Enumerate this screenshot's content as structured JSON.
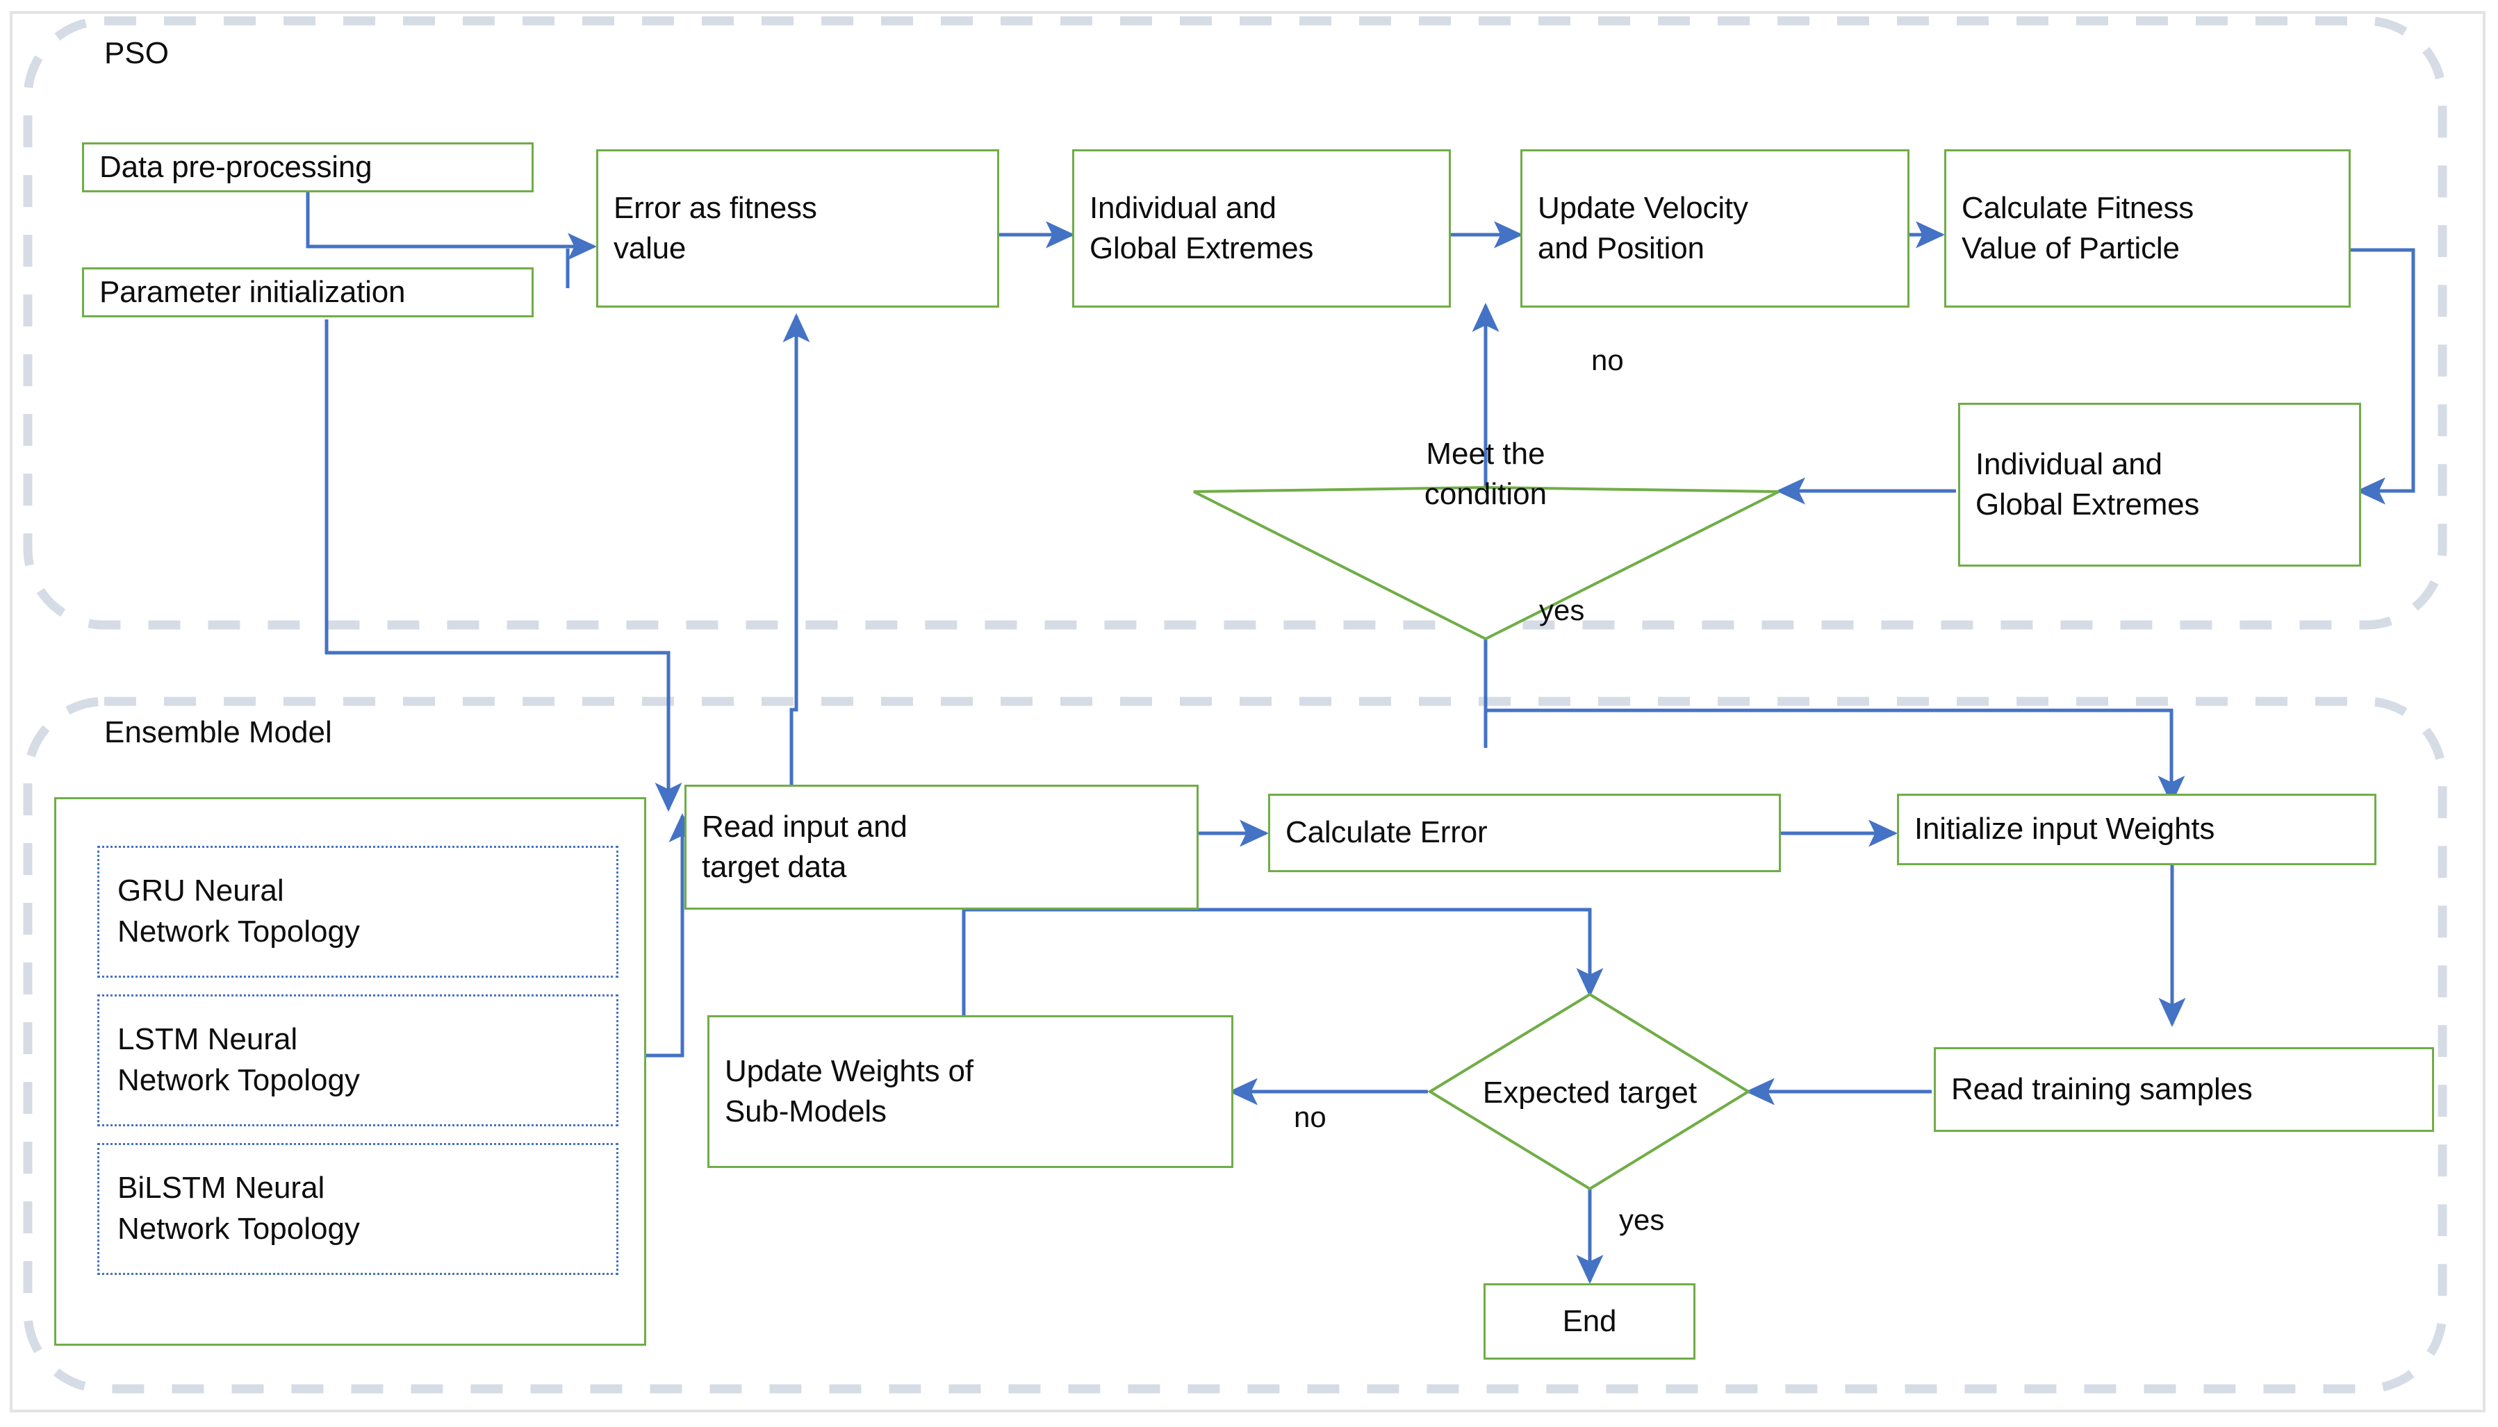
{
  "diagram": {
    "title_hidden": "",
    "colors": {
      "node_border": "#70ad47",
      "subnode_border": "#4472c4",
      "arrow": "#4472c4",
      "dashed_group": "#d6dce5",
      "outer_frame": "#e3e3e3",
      "text": "#0d0d0d",
      "background": "#ffffff"
    },
    "groups": [
      {
        "id": "pso",
        "label": "PSO"
      },
      {
        "id": "ensemble",
        "label": "Ensemble Model"
      }
    ],
    "nodes": {
      "data_preprocessing": "Data pre-processing",
      "parameter_initialization": "Parameter initialization",
      "error_as_fitness_value": "Error as fitness\nvalue",
      "individual_global_extremes_top": "Individual and\nGlobal Extremes",
      "update_velocity_position": "Update Velocity\nand Position",
      "calculate_fitness_value_particle": "Calculate Fitness\nValue of Particle",
      "individual_global_extremes_right": "Individual and\nGlobal Extremes",
      "meet_the_condition": "Meet the\ncondition",
      "read_input_target_data": "Read input and\ntarget data",
      "calculate_error": "Calculate Error",
      "initialize_input_weights": "Initialize input Weights",
      "update_weights_sub_models": "Update Weights of\nSub-Models",
      "expected_target": "Expected target",
      "read_training_samples": "Read training samples",
      "end": "End",
      "gru_topology": "GRU Neural\nNetwork Topology",
      "lstm_topology": "LSTM Neural\nNetwork Topology",
      "bilstm_topology": "BiLSTM Neural\nNetwork Topology"
    },
    "edge_labels": {
      "meet_no": "no",
      "meet_yes": "yes",
      "expected_no": "no",
      "expected_yes": "yes"
    }
  }
}
